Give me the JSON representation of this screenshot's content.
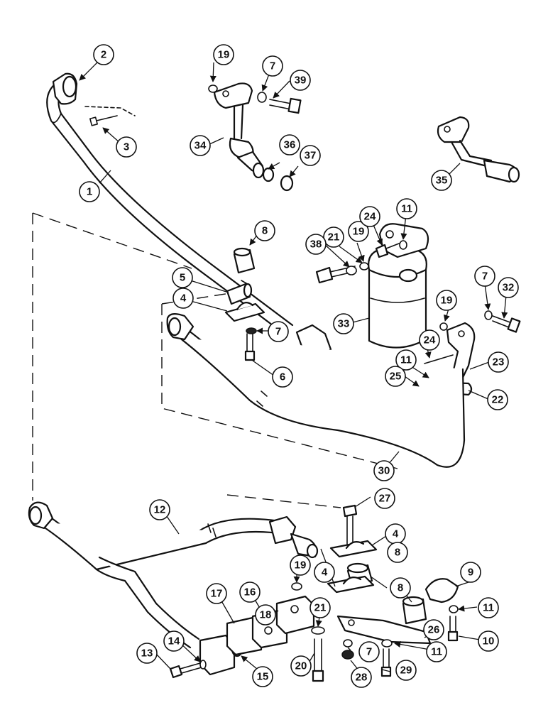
{
  "diagram": {
    "callouts": [
      {
        "id": "c1",
        "label": "1"
      },
      {
        "id": "c2",
        "label": "2"
      },
      {
        "id": "c3",
        "label": "3"
      },
      {
        "id": "c4a",
        "label": "4"
      },
      {
        "id": "c4b",
        "label": "4"
      },
      {
        "id": "c4c",
        "label": "4"
      },
      {
        "id": "c5",
        "label": "5"
      },
      {
        "id": "c6",
        "label": "6"
      },
      {
        "id": "c7a",
        "label": "7"
      },
      {
        "id": "c7b",
        "label": "7"
      },
      {
        "id": "c7c",
        "label": "7"
      },
      {
        "id": "c7d",
        "label": "7"
      },
      {
        "id": "c8a",
        "label": "8"
      },
      {
        "id": "c8b",
        "label": "8"
      },
      {
        "id": "c8c",
        "label": "8"
      },
      {
        "id": "c9",
        "label": "9"
      },
      {
        "id": "c10",
        "label": "10"
      },
      {
        "id": "c11a",
        "label": "11"
      },
      {
        "id": "c11b",
        "label": "11"
      },
      {
        "id": "c11c",
        "label": "11"
      },
      {
        "id": "c11d",
        "label": "11"
      },
      {
        "id": "c12",
        "label": "12"
      },
      {
        "id": "c13",
        "label": "13"
      },
      {
        "id": "c14",
        "label": "14"
      },
      {
        "id": "c15",
        "label": "15"
      },
      {
        "id": "c16",
        "label": "16"
      },
      {
        "id": "c17",
        "label": "17"
      },
      {
        "id": "c18",
        "label": "18"
      },
      {
        "id": "c19a",
        "label": "19"
      },
      {
        "id": "c19b",
        "label": "19"
      },
      {
        "id": "c19c",
        "label": "19"
      },
      {
        "id": "c19d",
        "label": "19"
      },
      {
        "id": "c20",
        "label": "20"
      },
      {
        "id": "c21a",
        "label": "21"
      },
      {
        "id": "c21b",
        "label": "21"
      },
      {
        "id": "c22",
        "label": "22"
      },
      {
        "id": "c23",
        "label": "23"
      },
      {
        "id": "c24a",
        "label": "24"
      },
      {
        "id": "c24b",
        "label": "24"
      },
      {
        "id": "c25",
        "label": "25"
      },
      {
        "id": "c26",
        "label": "26"
      },
      {
        "id": "c27",
        "label": "27"
      },
      {
        "id": "c28",
        "label": "28"
      },
      {
        "id": "c29",
        "label": "29"
      },
      {
        "id": "c30",
        "label": "30"
      },
      {
        "id": "c32",
        "label": "32"
      },
      {
        "id": "c33",
        "label": "33"
      },
      {
        "id": "c34",
        "label": "34"
      },
      {
        "id": "c35",
        "label": "35"
      },
      {
        "id": "c36",
        "label": "36"
      },
      {
        "id": "c37",
        "label": "37"
      },
      {
        "id": "c38",
        "label": "38"
      },
      {
        "id": "c39",
        "label": "39"
      }
    ]
  }
}
